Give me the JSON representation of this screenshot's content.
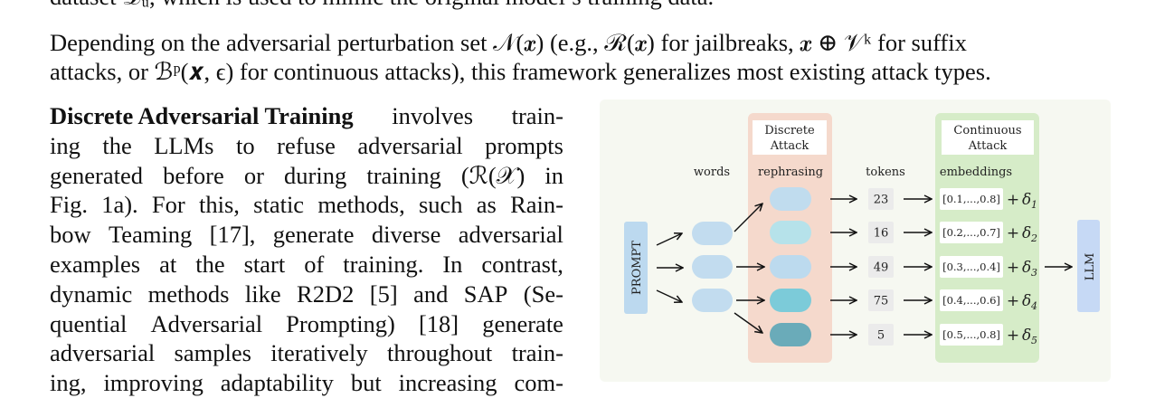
{
  "top_partial": "dataset 𝒟ᵤ, which is used to mimic the original model’s training data.",
  "para_general": {
    "line1": "Depending on the adversarial perturbation set 𝒩(𝒙) (e.g., ℛ(𝒙) for jailbreaks, 𝒙 ⊕ 𝒱ᵏ for suffix",
    "line2": "attacks, or ℬᵖ(𝒙, ϵ) for continuous attacks), this framework generalizes most existing attack types."
  },
  "para_discrete": {
    "heading": "Discrete Adversarial Training",
    "lines": [
      [
        "involves",
        "train-"
      ],
      [
        "ing",
        "the",
        "LLMs",
        "to",
        "refuse",
        "adversarial",
        "prompts"
      ],
      [
        "generated",
        "before",
        "or",
        "during",
        "training",
        "(ℛ(𝒳)",
        "in"
      ],
      [
        "Fig.",
        "1a).",
        "For",
        "this,",
        "static",
        "methods,",
        "such",
        "as",
        "Rain-"
      ],
      [
        "bow",
        "Teaming",
        "[17],",
        "generate",
        "diverse",
        "adversarial"
      ],
      [
        "examples",
        "at",
        "the",
        "start",
        "of",
        "training.",
        "In",
        "contrast,"
      ],
      [
        "dynamic",
        "methods",
        "like",
        "R2D2",
        "[5]",
        "and",
        "SAP",
        "(Se-"
      ],
      [
        "quential",
        "Adversarial",
        "Prompting)",
        "[18]",
        "generate"
      ],
      [
        "adversarial",
        "samples",
        "iteratively",
        "throughout",
        "train-"
      ],
      [
        "ing,",
        "improving",
        "adaptability",
        "but",
        "increasing",
        "com-"
      ]
    ]
  },
  "figure": {
    "prompt_label": "PROMPT",
    "llm_label": "LLM",
    "discrete_title_1": "Discrete",
    "discrete_title_2": "Attack",
    "continuous_title_1": "Continuous",
    "continuous_title_2": "Attack",
    "col_words": "words",
    "col_rephrasing": "rephrasing",
    "col_tokens": "tokens",
    "col_embeddings": "embeddings",
    "tokens": [
      "23",
      "16",
      "49",
      "75",
      "5"
    ],
    "embeddings": [
      "[0.1,...,0.8]",
      "[0.2,...,0.7]",
      "[0.3,...,0.4]",
      "[0.4,...,0.6]",
      "[0.5,...,0.8]"
    ],
    "plus_symbol": "+",
    "delta_symbol": "δ",
    "delta_subs": [
      "1",
      "2",
      "3",
      "4",
      "5"
    ],
    "colors": {
      "background": "#f6f8f1",
      "discrete_panel": "#f5d9cc",
      "continuous_panel": "#d6ecc8",
      "prompt_box": "#bcd9ef",
      "word_pill": "#c2dcef",
      "rephrase_pills": [
        "#c0dcee",
        "#b6e2ea",
        "#bcdaee",
        "#7ccbd9",
        "#6aabb9"
      ],
      "token_box": "#ebebeb",
      "embed_box": "#ffffff"
    }
  }
}
